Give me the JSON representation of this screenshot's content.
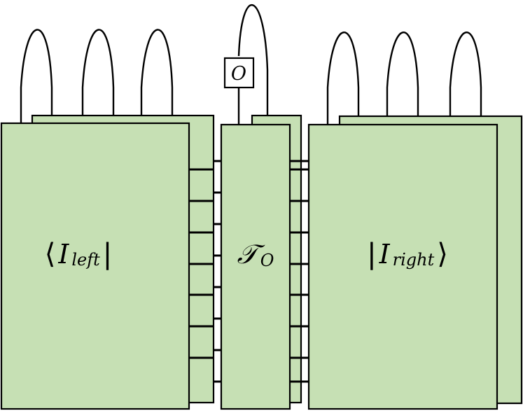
{
  "blocks": {
    "left": {
      "bra": "⟨",
      "symbol": "I",
      "subscript": "left",
      "closer": "|"
    },
    "middle": {
      "symbol": "𝒯",
      "subscript": "O"
    },
    "right": {
      "opener": "|",
      "symbol": "I",
      "subscript": "right",
      "ket": "⟩"
    }
  },
  "operator": {
    "label": "O"
  },
  "colors": {
    "sheet_fill": "#c6e0b4",
    "stroke": "#000000",
    "background": "#ffffff"
  }
}
